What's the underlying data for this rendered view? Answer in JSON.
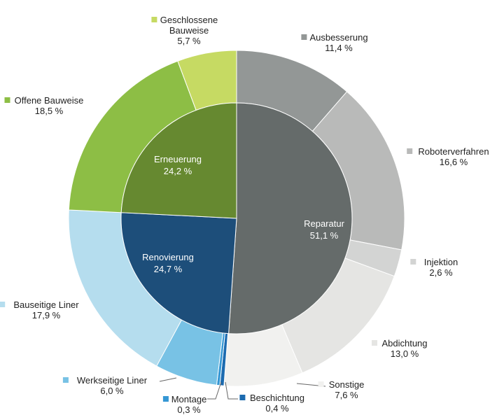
{
  "chart_data": {
    "type": "pie",
    "subtype": "sunburst",
    "unit": "%",
    "inner": [
      {
        "label": "Reparatur",
        "value": 51.1,
        "value_text": "51,1 %",
        "color": "#656b6a"
      },
      {
        "label": "Renovierung",
        "value": 24.7,
        "value_text": "24,7 %",
        "color": "#1d4e7a"
      },
      {
        "label": "Erneuerung",
        "value": 24.2,
        "value_text": "24,2 %",
        "color": "#668930"
      }
    ],
    "outer": [
      {
        "label": "Ausbesserung",
        "parent": "Reparatur",
        "value": 11.4,
        "value_text": "11,4 %",
        "color": "#939796"
      },
      {
        "label": "Roboterverfahren",
        "parent": "Reparatur",
        "value": 16.6,
        "value_text": "16,6 %",
        "color": "#b9bab9"
      },
      {
        "label": "Injektion",
        "parent": "Reparatur",
        "value": 2.6,
        "value_text": "2,6 %",
        "color": "#d3d4d3"
      },
      {
        "label": "Abdichtung",
        "parent": "Reparatur",
        "value": 13.0,
        "value_text": "13,0 %",
        "color": "#e5e5e3"
      },
      {
        "label": "Sonstige",
        "parent": "Reparatur",
        "value": 7.6,
        "value_text": "7,6 %",
        "color": "#f1f1ef"
      },
      {
        "label": "Beschichtung",
        "parent": "Renovierung",
        "value": 0.4,
        "value_text": "0,4 %",
        "color": "#1c6bb0"
      },
      {
        "label": "Montage",
        "parent": "Renovierung",
        "value": 0.3,
        "value_text": "0,3 %",
        "color": "#3597d4"
      },
      {
        "label": "Werkseitige Liner",
        "parent": "Renovierung",
        "value": 6.0,
        "value_text": "6,0 %",
        "color": "#78c2e5"
      },
      {
        "label": "Bauseitige Liner",
        "parent": "Renovierung",
        "value": 17.9,
        "value_text": "17,9 %",
        "color": "#b5ddee"
      },
      {
        "label": "Offene Bauweise",
        "parent": "Erneuerung",
        "value": 18.5,
        "value_text": "18,5 %",
        "color": "#8dbe45"
      },
      {
        "label": "Geschlossene Bauweise",
        "label_lines": [
          "Geschlossene",
          "Bauweise"
        ],
        "parent": "Erneuerung",
        "value": 5.7,
        "value_text": "5,7 %",
        "color": "#c6da63"
      }
    ]
  }
}
